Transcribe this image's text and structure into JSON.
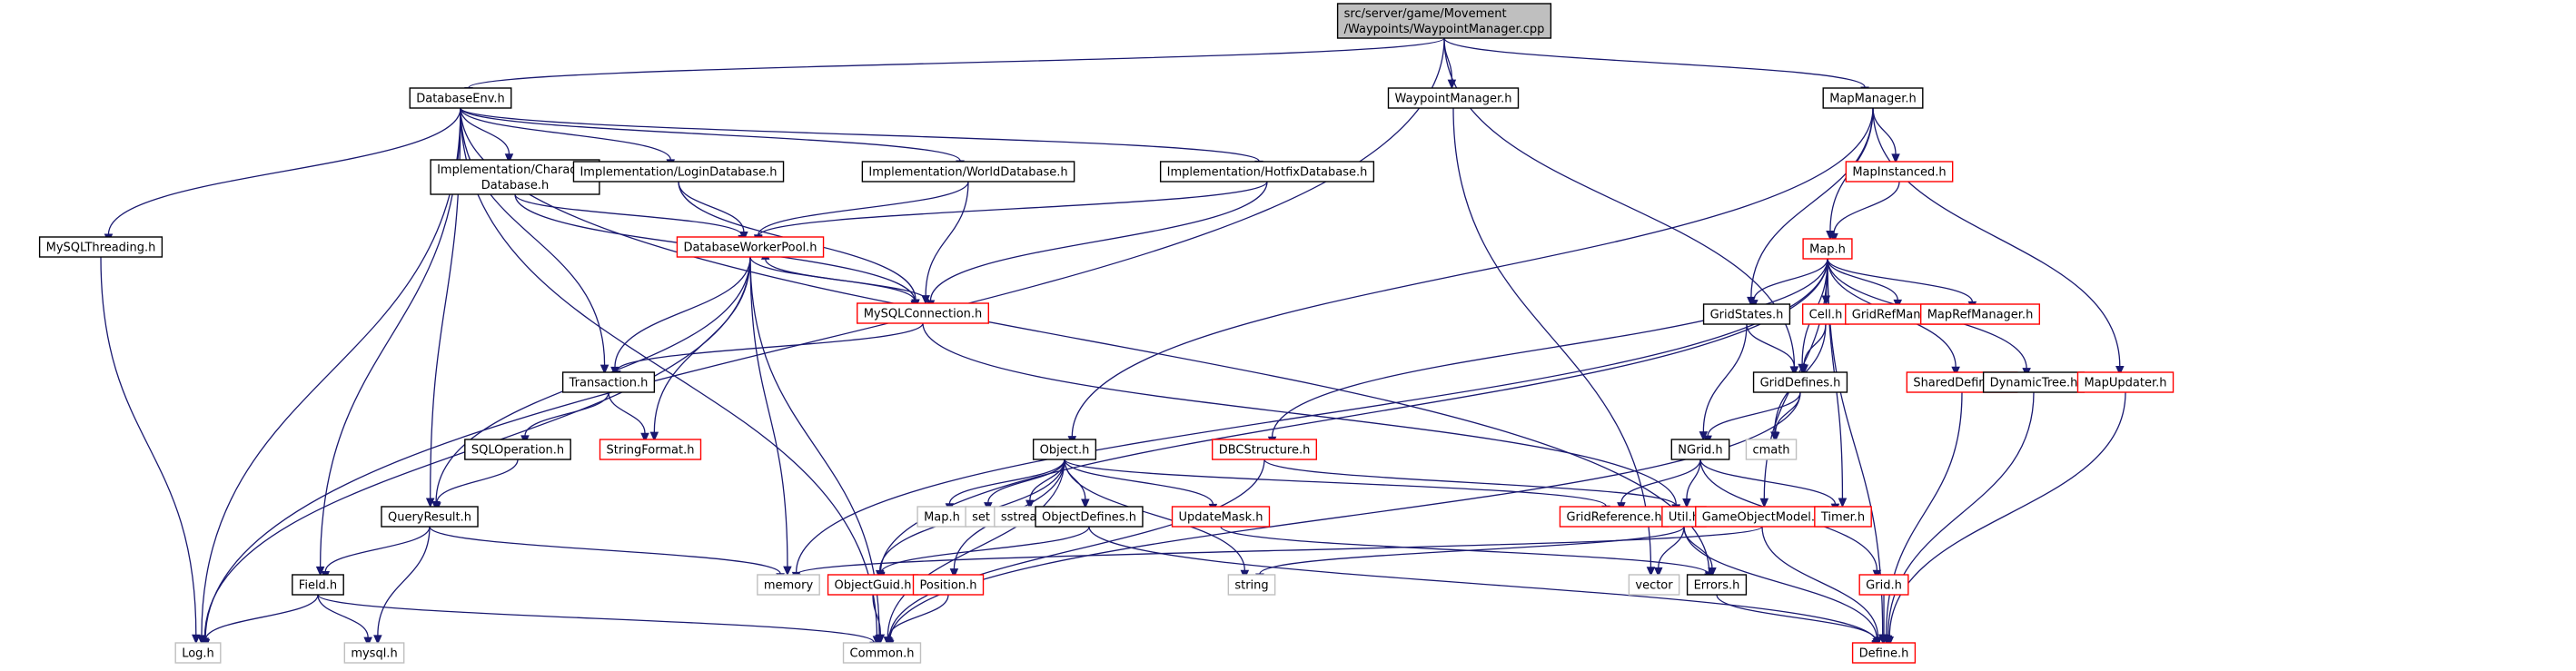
{
  "title": "Include dependency graph for WaypointManager.cpp",
  "colors": {
    "edge": "#191970",
    "root_fill": "#bfbfbf",
    "documented_border": "#000000",
    "truncated_border": "#ff0000",
    "external_border": "#bfbfbf"
  },
  "nodes": [
    {
      "id": "root",
      "label": [
        "src/server/game/Movement",
        "/Waypoints/WaypointManager.cpp"
      ],
      "kind": "root"
    },
    {
      "id": "DatabaseEnv",
      "label": [
        "DatabaseEnv.h"
      ],
      "kind": "normal"
    },
    {
      "id": "WaypointManager",
      "label": [
        "WaypointManager.h"
      ],
      "kind": "normal"
    },
    {
      "id": "MapManager",
      "label": [
        "MapManager.h"
      ],
      "kind": "normal"
    },
    {
      "id": "CharDB",
      "label": [
        "Implementation/Character",
        "Database.h"
      ],
      "kind": "normal"
    },
    {
      "id": "LoginDB",
      "label": [
        "Implementation/LoginDatabase.h"
      ],
      "kind": "normal"
    },
    {
      "id": "WorldDB",
      "label": [
        "Implementation/WorldDatabase.h"
      ],
      "kind": "normal"
    },
    {
      "id": "HotfixDB",
      "label": [
        "Implementation/HotfixDatabase.h"
      ],
      "kind": "normal"
    },
    {
      "id": "MySQLThreading",
      "label": [
        "MySQLThreading.h"
      ],
      "kind": "normal"
    },
    {
      "id": "DatabaseWorkerPool",
      "label": [
        "DatabaseWorkerPool.h"
      ],
      "kind": "red"
    },
    {
      "id": "MySQLConnection",
      "label": [
        "MySQLConnection.h"
      ],
      "kind": "red"
    },
    {
      "id": "Transaction",
      "label": [
        "Transaction.h"
      ],
      "kind": "normal"
    },
    {
      "id": "SQLOperation",
      "label": [
        "SQLOperation.h"
      ],
      "kind": "normal"
    },
    {
      "id": "StringFormat",
      "label": [
        "StringFormat.h"
      ],
      "kind": "red"
    },
    {
      "id": "QueryResult",
      "label": [
        "QueryResult.h"
      ],
      "kind": "normal"
    },
    {
      "id": "Field",
      "label": [
        "Field.h"
      ],
      "kind": "normal"
    },
    {
      "id": "Log",
      "label": [
        "Log.h"
      ],
      "kind": "gray"
    },
    {
      "id": "mysql",
      "label": [
        "mysql.h"
      ],
      "kind": "gray"
    },
    {
      "id": "memory",
      "label": [
        "memory"
      ],
      "kind": "gray"
    },
    {
      "id": "Common",
      "label": [
        "Common.h"
      ],
      "kind": "gray"
    },
    {
      "id": "MapInstanced",
      "label": [
        "MapInstanced.h"
      ],
      "kind": "red"
    },
    {
      "id": "Map",
      "label": [
        "Map.h"
      ],
      "kind": "red"
    },
    {
      "id": "GridStates",
      "label": [
        "GridStates.h"
      ],
      "kind": "normal"
    },
    {
      "id": "Cell",
      "label": [
        "Cell.h"
      ],
      "kind": "red"
    },
    {
      "id": "GridRefManager",
      "label": [
        "GridRefManager.h"
      ],
      "kind": "red"
    },
    {
      "id": "MapRefManager",
      "label": [
        "MapRefManager.h"
      ],
      "kind": "red"
    },
    {
      "id": "GridDefines",
      "label": [
        "GridDefines.h"
      ],
      "kind": "normal"
    },
    {
      "id": "SharedDefines",
      "label": [
        "SharedDefines.h"
      ],
      "kind": "red"
    },
    {
      "id": "DynamicTree",
      "label": [
        "DynamicTree.h"
      ],
      "kind": "normal"
    },
    {
      "id": "MapUpdater",
      "label": [
        "MapUpdater.h"
      ],
      "kind": "red"
    },
    {
      "id": "Object",
      "label": [
        "Object.h"
      ],
      "kind": "normal"
    },
    {
      "id": "DBCStructure",
      "label": [
        "DBCStructure.h"
      ],
      "kind": "red"
    },
    {
      "id": "NGrid",
      "label": [
        "NGrid.h"
      ],
      "kind": "normal"
    },
    {
      "id": "cmath",
      "label": [
        "cmath"
      ],
      "kind": "gray"
    },
    {
      "id": "MapH",
      "label": [
        "Map.h"
      ],
      "kind": "gray"
    },
    {
      "id": "set",
      "label": [
        "set"
      ],
      "kind": "gray"
    },
    {
      "id": "sstream",
      "label": [
        "sstream"
      ],
      "kind": "gray"
    },
    {
      "id": "ObjectDefines",
      "label": [
        "ObjectDefines.h"
      ],
      "kind": "normal"
    },
    {
      "id": "UpdateMask",
      "label": [
        "UpdateMask.h"
      ],
      "kind": "red"
    },
    {
      "id": "GridReference",
      "label": [
        "GridReference.h"
      ],
      "kind": "red"
    },
    {
      "id": "Util",
      "label": [
        "Util.h"
      ],
      "kind": "red"
    },
    {
      "id": "GameObjectModel",
      "label": [
        "GameObjectModel.h"
      ],
      "kind": "red"
    },
    {
      "id": "Timer",
      "label": [
        "Timer.h"
      ],
      "kind": "red"
    },
    {
      "id": "ObjectGuid",
      "label": [
        "ObjectGuid.h"
      ],
      "kind": "red"
    },
    {
      "id": "Position",
      "label": [
        "Position.h"
      ],
      "kind": "red"
    },
    {
      "id": "string",
      "label": [
        "string"
      ],
      "kind": "gray"
    },
    {
      "id": "vector",
      "label": [
        "vector"
      ],
      "kind": "gray"
    },
    {
      "id": "Errors",
      "label": [
        "Errors.h"
      ],
      "kind": "normal"
    },
    {
      "id": "Grid",
      "label": [
        "Grid.h"
      ],
      "kind": "red"
    },
    {
      "id": "Define",
      "label": [
        "Define.h"
      ],
      "kind": "red"
    }
  ],
  "edges": [
    [
      "root",
      "DatabaseEnv"
    ],
    [
      "root",
      "WaypointManager"
    ],
    [
      "root",
      "MapManager"
    ],
    [
      "root",
      "Log"
    ],
    [
      "root",
      "GridDefines"
    ],
    [
      "DatabaseEnv",
      "CharDB"
    ],
    [
      "DatabaseEnv",
      "LoginDB"
    ],
    [
      "DatabaseEnv",
      "WorldDB"
    ],
    [
      "DatabaseEnv",
      "HotfixDB"
    ],
    [
      "DatabaseEnv",
      "MySQLThreading"
    ],
    [
      "DatabaseEnv",
      "Transaction"
    ],
    [
      "DatabaseEnv",
      "QueryResult"
    ],
    [
      "DatabaseEnv",
      "Field"
    ],
    [
      "DatabaseEnv",
      "Log"
    ],
    [
      "DatabaseEnv",
      "Common"
    ],
    [
      "DatabaseEnv",
      "Errors"
    ],
    [
      "CharDB",
      "DatabaseWorkerPool"
    ],
    [
      "CharDB",
      "MySQLConnection"
    ],
    [
      "LoginDB",
      "DatabaseWorkerPool"
    ],
    [
      "LoginDB",
      "MySQLConnection"
    ],
    [
      "WorldDB",
      "DatabaseWorkerPool"
    ],
    [
      "WorldDB",
      "MySQLConnection"
    ],
    [
      "HotfixDB",
      "DatabaseWorkerPool"
    ],
    [
      "HotfixDB",
      "MySQLConnection"
    ],
    [
      "MySQLThreading",
      "Log"
    ],
    [
      "DatabaseWorkerPool",
      "MySQLConnection"
    ],
    [
      "MySQLConnection",
      "DatabaseWorkerPool"
    ],
    [
      "DatabaseWorkerPool",
      "Transaction"
    ],
    [
      "DatabaseWorkerPool",
      "StringFormat"
    ],
    [
      "DatabaseWorkerPool",
      "QueryResult"
    ],
    [
      "DatabaseWorkerPool",
      "Log"
    ],
    [
      "DatabaseWorkerPool",
      "memory"
    ],
    [
      "DatabaseWorkerPool",
      "Common"
    ],
    [
      "MySQLConnection",
      "Transaction"
    ],
    [
      "MySQLConnection",
      "Util"
    ],
    [
      "Transaction",
      "SQLOperation"
    ],
    [
      "Transaction",
      "StringFormat"
    ],
    [
      "SQLOperation",
      "QueryResult"
    ],
    [
      "QueryResult",
      "Field"
    ],
    [
      "QueryResult",
      "mysql"
    ],
    [
      "QueryResult",
      "memory"
    ],
    [
      "Field",
      "Log"
    ],
    [
      "Field",
      "mysql"
    ],
    [
      "Field",
      "Common"
    ],
    [
      "WaypointManager",
      "vector"
    ],
    [
      "MapManager",
      "MapInstanced"
    ],
    [
      "MapManager",
      "Map"
    ],
    [
      "MapManager",
      "GridStates"
    ],
    [
      "MapManager",
      "Object"
    ],
    [
      "MapManager",
      "MapUpdater"
    ],
    [
      "MapInstanced",
      "Map"
    ],
    [
      "Map",
      "GridStates"
    ],
    [
      "Map",
      "Cell"
    ],
    [
      "Map",
      "GridRefManager"
    ],
    [
      "Map",
      "MapRefManager"
    ],
    [
      "Map",
      "GridDefines"
    ],
    [
      "Map",
      "SharedDefines"
    ],
    [
      "Map",
      "DynamicTree"
    ],
    [
      "Map",
      "DBCStructure"
    ],
    [
      "Map",
      "Timer"
    ],
    [
      "Map",
      "memory"
    ],
    [
      "Map",
      "ObjectGuid"
    ],
    [
      "Map",
      "GameObjectModel"
    ],
    [
      "Map",
      "Define"
    ],
    [
      "GridStates",
      "GridDefines"
    ],
    [
      "GridStates",
      "NGrid"
    ],
    [
      "Cell",
      "GridDefines"
    ],
    [
      "Cell",
      "cmath"
    ],
    [
      "GridDefines",
      "NGrid"
    ],
    [
      "GridDefines",
      "cmath"
    ],
    [
      "GridDefines",
      "Common"
    ],
    [
      "SharedDefines",
      "Define"
    ],
    [
      "DynamicTree",
      "Define"
    ],
    [
      "MapUpdater",
      "Define"
    ],
    [
      "Object",
      "MapH"
    ],
    [
      "Object",
      "set"
    ],
    [
      "Object",
      "sstream"
    ],
    [
      "Object",
      "ObjectDefines"
    ],
    [
      "Object",
      "UpdateMask"
    ],
    [
      "Object",
      "GridReference"
    ],
    [
      "Object",
      "string"
    ],
    [
      "Object",
      "ObjectGuid"
    ],
    [
      "Object",
      "Position"
    ],
    [
      "Object",
      "Common"
    ],
    [
      "ObjectDefines",
      "ObjectGuid"
    ],
    [
      "ObjectDefines",
      "Define"
    ],
    [
      "UpdateMask",
      "Errors"
    ],
    [
      "DBCStructure",
      "Util"
    ],
    [
      "DBCStructure",
      "Common"
    ],
    [
      "NGrid",
      "GridReference"
    ],
    [
      "NGrid",
      "Util"
    ],
    [
      "NGrid",
      "Timer"
    ],
    [
      "NGrid",
      "Grid"
    ],
    [
      "Util",
      "string"
    ],
    [
      "Util",
      "vector"
    ],
    [
      "Util",
      "Errors"
    ],
    [
      "Util",
      "Define"
    ],
    [
      "GameObjectModel",
      "memory"
    ],
    [
      "GameObjectModel",
      "Define"
    ],
    [
      "ObjectGuid",
      "Common"
    ],
    [
      "Position",
      "Common"
    ],
    [
      "Errors",
      "Define"
    ],
    [
      "Grid",
      "Define"
    ]
  ]
}
